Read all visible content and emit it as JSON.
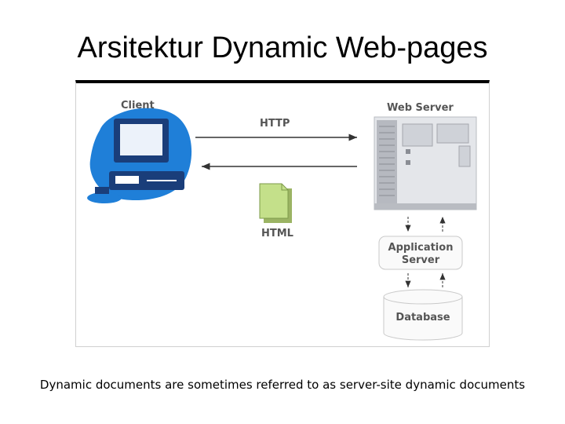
{
  "slide": {
    "title": "Arsitektur Dynamic Web-pages",
    "caption": "Dynamic documents are sometimes referred to as server-site dynamic documents"
  },
  "diagram": {
    "client_label": "Client",
    "http_label": "HTTP",
    "html_label": "HTML",
    "web_server_label": "Web Server",
    "app_server_line1": "Application",
    "app_server_line2": "Server",
    "database_label": "Database"
  },
  "colors": {
    "client_blob": "#1f7fd8",
    "monitor_frame": "#1a3e7a",
    "document": "#c4e08a",
    "server_body": "#e4e6ea"
  }
}
